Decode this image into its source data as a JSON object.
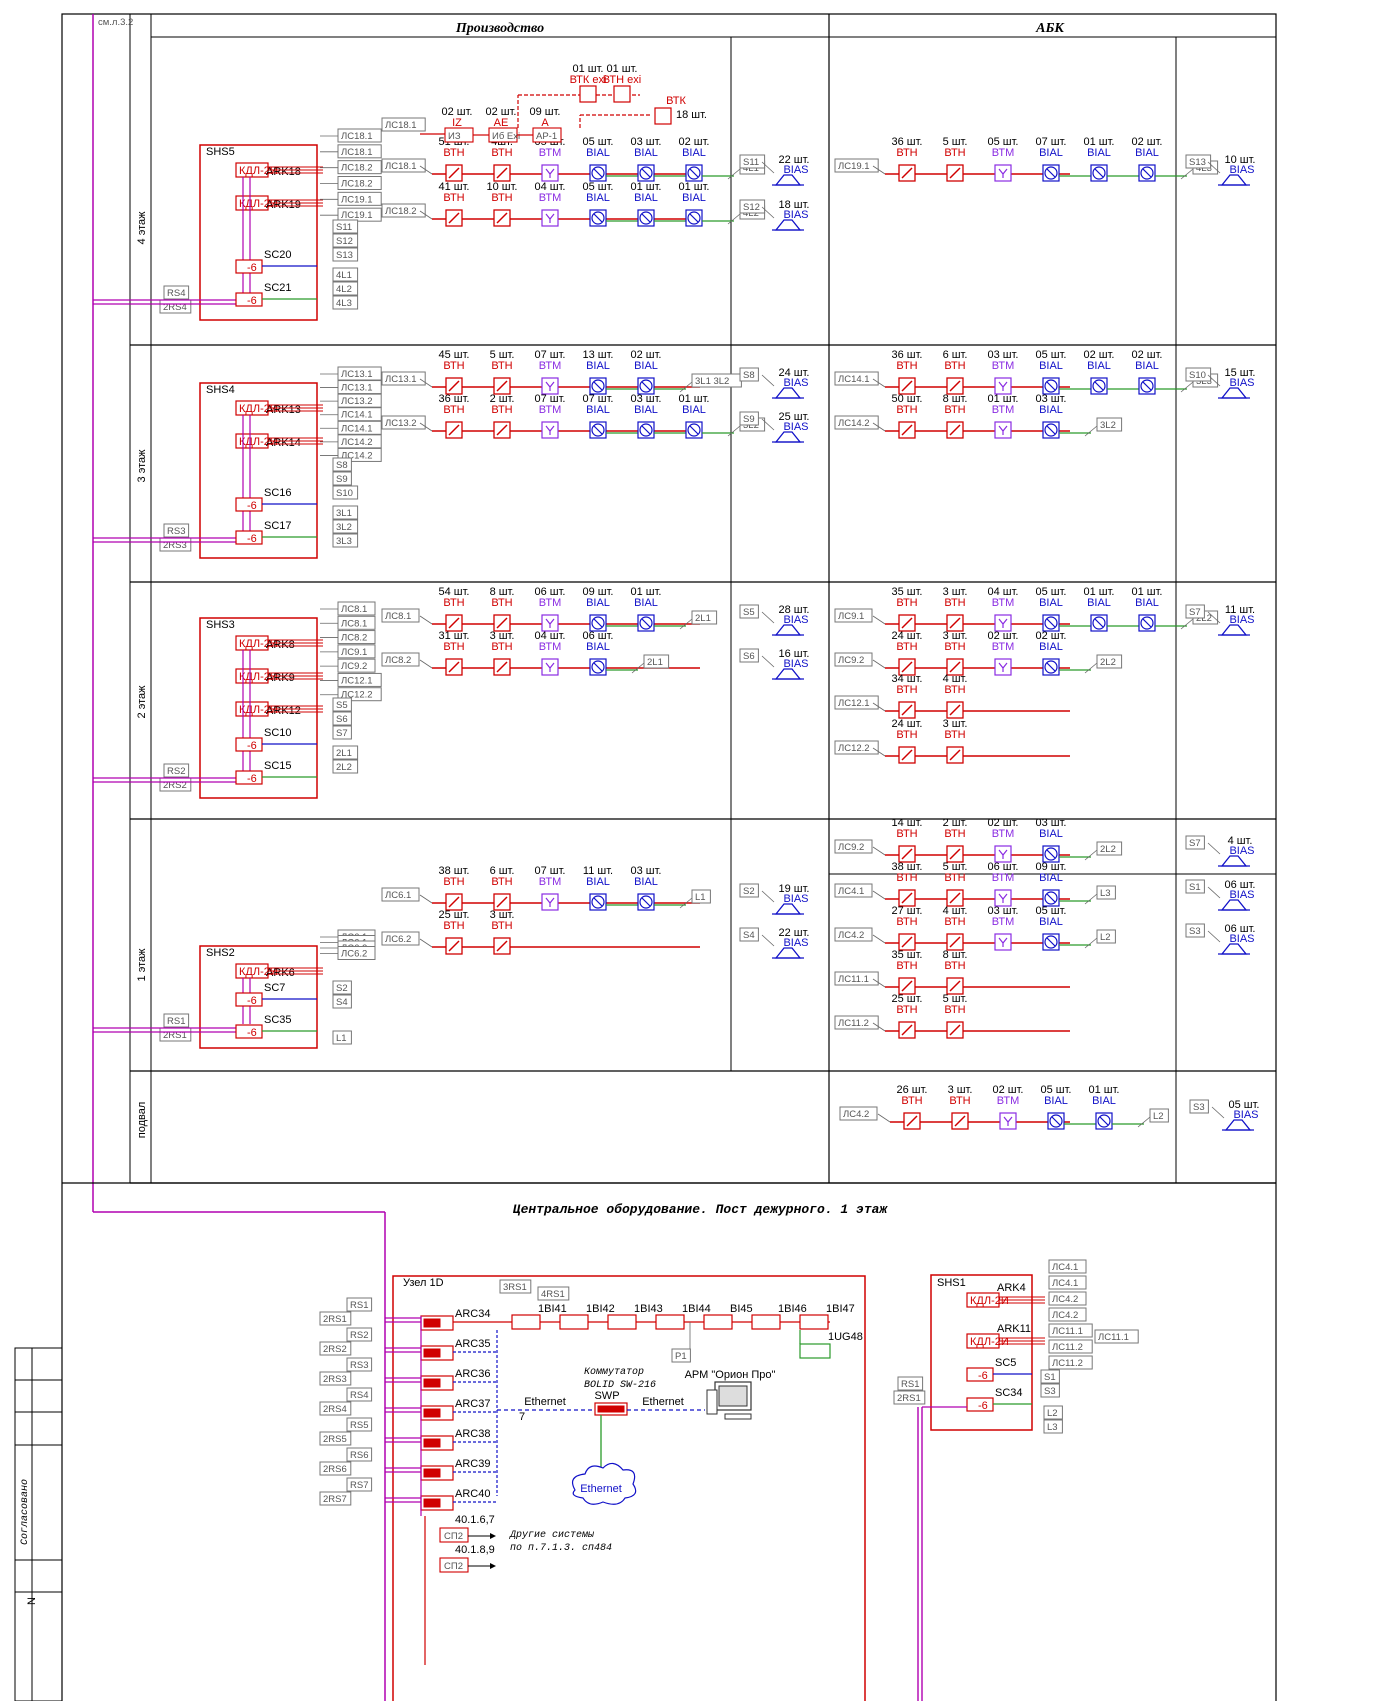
{
  "sheet_ref": "см.л.3.2",
  "columns": {
    "production": "Производство",
    "abk": "АБК"
  },
  "floors": [
    {
      "label": "4 этаж",
      "shs": "SHS5",
      "arks": [
        "ARK18",
        "ARK19"
      ],
      "scs": [
        "SC20",
        "SC21"
      ],
      "rs": [
        "RS4",
        "2RS4"
      ],
      "loop_tags": [
        "ЛС18.1",
        "ЛС18.1",
        "ЛС18.2",
        "ЛС18.2",
        "ЛС19.1",
        "ЛС19.1"
      ],
      "sc_tags": [
        [
          "S11",
          "S12",
          "S13"
        ],
        [
          "4L1",
          "4L2",
          "4L3"
        ]
      ],
      "prod_lines": [
        {
          "tag": "ЛС18.1",
          "devices": [
            {
              "q": "51 шт.",
              "t": "ВТН"
            },
            {
              "q": "4шт.",
              "t": "ВТН"
            },
            {
              "q": "05 шт.",
              "t": "ВТМ"
            },
            {
              "q": "05 шт.",
              "t": "BIAL"
            },
            {
              "q": "03 шт.",
              "t": "BIAL"
            },
            {
              "q": "02 шт.",
              "t": "BIAL"
            }
          ],
          "end": "4L1"
        },
        {
          "tag": "ЛС18.2",
          "devices": [
            {
              "q": "41 шт.",
              "t": "ВТН"
            },
            {
              "q": "10 шт.",
              "t": "ВТН"
            },
            {
              "q": "04 шт.",
              "t": "ВТМ"
            },
            {
              "q": "05 шт.",
              "t": "BIAL"
            },
            {
              "q": "01 шт.",
              "t": "BIAL"
            },
            {
              "q": "01 шт.",
              "t": "BIAL"
            }
          ],
          "end": "4L2"
        }
      ],
      "prod_extra": {
        "tag": "ЛС18.1",
        "items": [
          {
            "q": "02 шт.",
            "t": "IZ",
            "box": "ИЗ"
          },
          {
            "q": "02 шт.",
            "t": "AE",
            "box": "Иб Еxi"
          },
          {
            "q": "09 шт.",
            "t": "A",
            "box": "АР-1"
          }
        ],
        "exi": [
          {
            "q": "01 шт.",
            "t": "ВТК exi"
          },
          {
            "q": "01 шт.",
            "t": "ВТН exi"
          }
        ],
        "btk": {
          "t": "ВТК",
          "q": "18 шт."
        }
      },
      "prod_sirens": [
        {
          "tag": "S11",
          "q": "22 шт.",
          "t": "BIAS"
        },
        {
          "tag": "S12",
          "q": "18 шт.",
          "t": "BIAS"
        }
      ],
      "abk_lines": [
        {
          "tag": "ЛС19.1",
          "devices": [
            {
              "q": "36 шт.",
              "t": "ВТН"
            },
            {
              "q": "5 шт.",
              "t": "ВТН"
            },
            {
              "q": "05 шт.",
              "t": "ВТМ"
            },
            {
              "q": "07 шт.",
              "t": "BIAL"
            },
            {
              "q": "01 шт.",
              "t": "BIAL"
            },
            {
              "q": "02 шт.",
              "t": "BIAL"
            }
          ],
          "end": "4L3"
        }
      ],
      "abk_sirens": [
        {
          "tag": "S13",
          "q": "10 шт.",
          "t": "BIAS"
        }
      ]
    },
    {
      "label": "3 этаж",
      "shs": "SHS4",
      "arks": [
        "ARK13",
        "ARK14"
      ],
      "scs": [
        "SC16",
        "SC17"
      ],
      "rs": [
        "RS3",
        "2RS3"
      ],
      "loop_tags": [
        "ЛС13.1",
        "ЛС13.1",
        "ЛС13.2",
        "ЛС14.1",
        "ЛС14.1",
        "ЛС14.2",
        "ЛС14.2"
      ],
      "sc_tags": [
        [
          "S8",
          "S9",
          "S10"
        ],
        [
          "3L1",
          "3L2",
          "3L3"
        ]
      ],
      "prod_lines": [
        {
          "tag": "ЛС13.1",
          "devices": [
            {
              "q": "45 шт.",
              "t": "ВТН"
            },
            {
              "q": "5 шт.",
              "t": "ВТН"
            },
            {
              "q": "07 шт.",
              "t": "ВТМ"
            },
            {
              "q": "13 шт.",
              "t": "BIAL"
            },
            {
              "q": "02 шт.",
              "t": "BIAL"
            }
          ],
          "end": "3L1 3L2"
        },
        {
          "tag": "ЛС13.2",
          "devices": [
            {
              "q": "36 шт.",
              "t": "ВТН"
            },
            {
              "q": "2 шт.",
              "t": "ВТН"
            },
            {
              "q": "07 шт.",
              "t": "ВТМ"
            },
            {
              "q": "07 шт.",
              "t": "BIAL"
            },
            {
              "q": "03 шт.",
              "t": "BIAL"
            },
            {
              "q": "01 шт.",
              "t": "BIAL"
            }
          ],
          "end": "3L2"
        }
      ],
      "prod_sirens": [
        {
          "tag": "S8",
          "q": "24 шт.",
          "t": "BIAS"
        },
        {
          "tag": "S9",
          "q": "25 шт.",
          "t": "BIAS"
        }
      ],
      "abk_lines": [
        {
          "tag": "ЛС14.1",
          "devices": [
            {
              "q": "36 шт.",
              "t": "ВТН"
            },
            {
              "q": "6 шт.",
              "t": "ВТН"
            },
            {
              "q": "03 шт.",
              "t": "ВТМ"
            },
            {
              "q": "05 шт.",
              "t": "BIAL"
            },
            {
              "q": "02 шт.",
              "t": "BIAL"
            },
            {
              "q": "02 шт.",
              "t": "BIAL"
            }
          ],
          "end": "3L3"
        },
        {
          "tag": "ЛС14.2",
          "devices": [
            {
              "q": "50 шт.",
              "t": "ВТН"
            },
            {
              "q": "8 шт.",
              "t": "ВТН"
            },
            {
              "q": "01 шт.",
              "t": "ВТМ"
            },
            {
              "q": "03 шт.",
              "t": "BIAL"
            }
          ],
          "end": "3L2"
        }
      ],
      "abk_sirens": [
        {
          "tag": "S10",
          "q": "15 шт.",
          "t": "BIAS"
        }
      ]
    },
    {
      "label": "2 этаж",
      "shs": "SHS3",
      "arks": [
        "ARK8",
        "ARK9",
        "ARK12"
      ],
      "scs": [
        "SC10",
        "SC15"
      ],
      "rs": [
        "RS2",
        "2RS2"
      ],
      "loop_tags": [
        "ЛС8.1",
        "ЛС8.1",
        "ЛС8.2",
        "ЛС9.1",
        "ЛС9.2",
        "ЛС12.1",
        "ЛС12.2"
      ],
      "sc_tags": [
        [
          "S5",
          "S6",
          "S7"
        ],
        [
          "2L1",
          "2L2"
        ]
      ],
      "prod_lines": [
        {
          "tag": "ЛС8.1",
          "devices": [
            {
              "q": "54 шт.",
              "t": "ВТН"
            },
            {
              "q": "8 шт.",
              "t": "ВТН"
            },
            {
              "q": "06 шт.",
              "t": "ВТМ"
            },
            {
              "q": "09 шт.",
              "t": "BIAL"
            },
            {
              "q": "01 шт.",
              "t": "BIAL"
            }
          ],
          "end": "2L1"
        },
        {
          "tag": "ЛС8.2",
          "devices": [
            {
              "q": "31 шт.",
              "t": "ВТН"
            },
            {
              "q": "3 шт.",
              "t": "ВТН"
            },
            {
              "q": "04 шт.",
              "t": "ВТМ"
            },
            {
              "q": "06 шт.",
              "t": "BIAL"
            }
          ],
          "end": "2L1"
        }
      ],
      "prod_sirens": [
        {
          "tag": "S5",
          "q": "28 шт.",
          "t": "BIAS"
        },
        {
          "tag": "S6",
          "q": "16 шт.",
          "t": "BIAS"
        }
      ],
      "abk_lines": [
        {
          "tag": "ЛС9.1",
          "devices": [
            {
              "q": "35 шт.",
              "t": "ВТН"
            },
            {
              "q": "3 шт.",
              "t": "ВТН"
            },
            {
              "q": "04 шт.",
              "t": "ВТМ"
            },
            {
              "q": "05 шт.",
              "t": "BIAL"
            },
            {
              "q": "01 шт.",
              "t": "BIAL"
            },
            {
              "q": "01 шт.",
              "t": "BIAL"
            }
          ],
          "end": "2L2"
        },
        {
          "tag": "ЛС9.2",
          "devices": [
            {
              "q": "24 шт.",
              "t": "ВТН"
            },
            {
              "q": "3 шт.",
              "t": "ВТН"
            },
            {
              "q": "02 шт.",
              "t": "ВТМ"
            },
            {
              "q": "02 шт.",
              "t": "BIAL"
            }
          ],
          "end": "2L2"
        },
        {
          "tag": "ЛС12.1",
          "devices": [
            {
              "q": "34 шт.",
              "t": "ВТН"
            },
            {
              "q": "4 шт.",
              "t": "ВТН"
            }
          ],
          "end": ""
        },
        {
          "tag": "ЛС12.2",
          "devices": [
            {
              "q": "24 шт.",
              "t": "ВТН"
            },
            {
              "q": "3 шт.",
              "t": "ВТН"
            }
          ],
          "end": ""
        }
      ],
      "abk_sirens": [
        {
          "tag": "S7",
          "q": "11 шт.",
          "t": "BIAS"
        }
      ]
    },
    {
      "label": "1 этаж",
      "shs": "SHS2",
      "arks": [
        "ARK6"
      ],
      "scs": [
        "SC7",
        "SC35"
      ],
      "rs": [
        "RS1",
        "2RS1"
      ],
      "loop_tags": [
        "ЛС6.1",
        "ЛС6.1",
        "ЛС6.2",
        "ЛС6.2"
      ],
      "sc_tags": [
        [
          "S2",
          "S4"
        ],
        [
          "L1"
        ]
      ],
      "prod_lines": [
        {
          "tag": "ЛС6.1",
          "devices": [
            {
              "q": "38 шт.",
              "t": "ВТН"
            },
            {
              "q": "6 шт.",
              "t": "ВТН"
            },
            {
              "q": "07 шт.",
              "t": "ВТМ"
            },
            {
              "q": "11 шт.",
              "t": "BIAL"
            },
            {
              "q": "03 шт.",
              "t": "BIAL"
            }
          ],
          "end": "L1"
        },
        {
          "tag": "ЛС6.2",
          "devices": [
            {
              "q": "25 шт.",
              "t": "ВТН"
            },
            {
              "q": "3 шт.",
              "t": "ВТН"
            }
          ],
          "end": ""
        }
      ],
      "prod_sirens": [
        {
          "tag": "S2",
          "q": "19 шт.",
          "t": "BIAS"
        },
        {
          "tag": "S4",
          "q": "22 шт.",
          "t": "BIAS"
        }
      ],
      "abk_lines": [
        {
          "tag": "ЛС9.2",
          "devices": [
            {
              "q": "14 шт.",
              "t": "ВТН"
            },
            {
              "q": "2 шт.",
              "t": "ВТН"
            },
            {
              "q": "02 шт.",
              "t": "ВТМ"
            },
            {
              "q": "03 шт.",
              "t": "BIAL"
            }
          ],
          "end": "2L2"
        },
        {
          "tag": "ЛС4.1",
          "devices": [
            {
              "q": "38 шт.",
              "t": "ВТН"
            },
            {
              "q": "5 шт.",
              "t": "ВТН"
            },
            {
              "q": "06 шт.",
              "t": "ВТМ"
            },
            {
              "q": "09 шт.",
              "t": "BIAL"
            }
          ],
          "end": "L3"
        },
        {
          "tag": "ЛС4.2",
          "devices": [
            {
              "q": "27 шт.",
              "t": "ВТН"
            },
            {
              "q": "4 шт.",
              "t": "ВТН"
            },
            {
              "q": "03 шт.",
              "t": "ВТМ"
            },
            {
              "q": "05 шт.",
              "t": "BIAL"
            }
          ],
          "end": "L2"
        },
        {
          "tag": "ЛС11.1",
          "devices": [
            {
              "q": "35 шт.",
              "t": "ВТН"
            },
            {
              "q": "8 шт.",
              "t": "ВТН"
            }
          ],
          "end": ""
        },
        {
          "tag": "ЛС11.2",
          "devices": [
            {
              "q": "25 шт.",
              "t": "ВТН"
            },
            {
              "q": "5 шт.",
              "t": "ВТН"
            }
          ],
          "end": ""
        }
      ],
      "abk_sirens": [
        {
          "tag": "S7",
          "q": "4 шт.",
          "t": "BIAS"
        },
        {
          "tag": "S1",
          "q": "06 шт.",
          "t": "BIAS"
        },
        {
          "tag": "S3",
          "q": "06 шт.",
          "t": "BIAS"
        }
      ]
    },
    {
      "label": "подвал",
      "abk_lines": [
        {
          "tag": "ЛС4.2",
          "devices": [
            {
              "q": "26 шт.",
              "t": "ВТН"
            },
            {
              "q": "3 шт.",
              "t": "ВТН"
            },
            {
              "q": "02 шт.",
              "t": "ВТМ"
            },
            {
              "q": "05 шт.",
              "t": "BIAL"
            },
            {
              "q": "01 шт.",
              "t": "BIAL"
            }
          ],
          "end": "L2"
        }
      ],
      "abk_sirens": [
        {
          "tag": "S3",
          "q": "05 шт.",
          "t": "BIAS"
        }
      ]
    }
  ],
  "central": {
    "title": "Центральное оборудование. Пост дежурного. 1 этаж",
    "node": "Узел 1D",
    "arcs": [
      "ARC34",
      "ARC35",
      "ARC36",
      "ARC37",
      "ARC38",
      "ARC39",
      "ARC40"
    ],
    "rs_left": [
      [
        "RS1",
        "2RS1"
      ],
      [
        "RS2",
        "2RS2"
      ],
      [
        "RS3",
        "2RS3"
      ],
      [
        "RS4",
        "2RS4"
      ],
      [
        "RS5",
        "2RS5"
      ],
      [
        "RS6",
        "2RS6"
      ],
      [
        "RS7",
        "2RS7"
      ]
    ],
    "rs_tags": [
      "3RS1",
      "4RS1"
    ],
    "bis": [
      "1BI41",
      "1BI42",
      "1BI43",
      "1BI44",
      "BI45",
      "1BI46",
      "1BI47"
    ],
    "ug": "1UG48",
    "p1": "P1",
    "switch_label": "Коммутатор",
    "switch_model": "BOLID SW-216",
    "swp": "SWP",
    "ethernet": "Ethernet",
    "ethernet_count": "7",
    "arm": "АРМ \"Орион Про\"",
    "cloud": "Ethernet",
    "sp_items": [
      {
        "box": "СП2",
        "num": "40.1.6,7"
      },
      {
        "box": "СП2",
        "num": "40.1.8,9"
      }
    ],
    "other_systems": "Другие системы",
    "other_systems_ref": "по п.7.1.3. сп484",
    "shs1": {
      "name": "SHS1",
      "arks": [
        "ARK4",
        "ARK11"
      ],
      "scs": [
        "SC5",
        "SC34"
      ],
      "tags": [
        "ЛС4.1",
        "ЛС4.1",
        "ЛС4.2",
        "ЛС4.2",
        "ЛС11.1",
        "ЛС11.2",
        "ЛС11.2"
      ],
      "side_tag": "ЛС11.1",
      "sc_tags": [
        [
          "S1",
          "S3"
        ],
        [
          "L2",
          "L3"
        ]
      ],
      "rs": [
        "RS1",
        "2RS1"
      ]
    }
  },
  "stamp": {
    "agreed": "Согласовано",
    "n": "N"
  },
  "kdl_label": "КДЛ-2И",
  "relay_label": "-6"
}
